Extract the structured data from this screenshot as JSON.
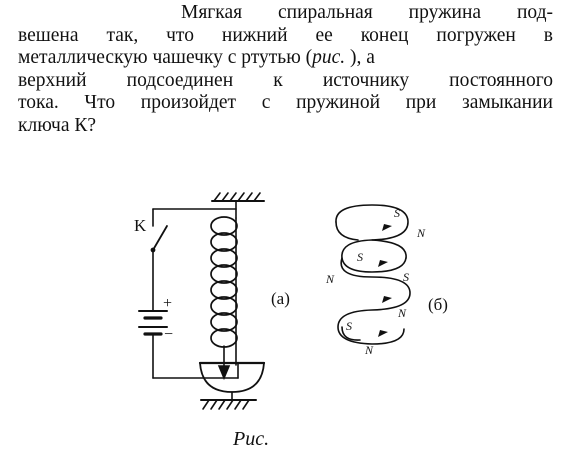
{
  "problem": {
    "line1": "Мягкая спиральная пружина под-",
    "line2": "вешена так, что нижний ее конец погружен в",
    "line3_a": "металлическую чашечку с ртутью (",
    "line3_fig": "рис.",
    "line3_b": " ), а",
    "line4": "верхний подсоединен к источнику постоянного",
    "line5": "тока. Что произойдет с пружиной при замыкании",
    "line6": "ключа К?"
  },
  "figure": {
    "key_label": "K",
    "plus_label": "+",
    "minus_label": "−",
    "label_a": "(а)",
    "label_b": "(б)",
    "pole_labels": [
      "S",
      "N",
      "S",
      "N",
      "S",
      "N",
      "S",
      "N"
    ],
    "caption": "Рис."
  }
}
